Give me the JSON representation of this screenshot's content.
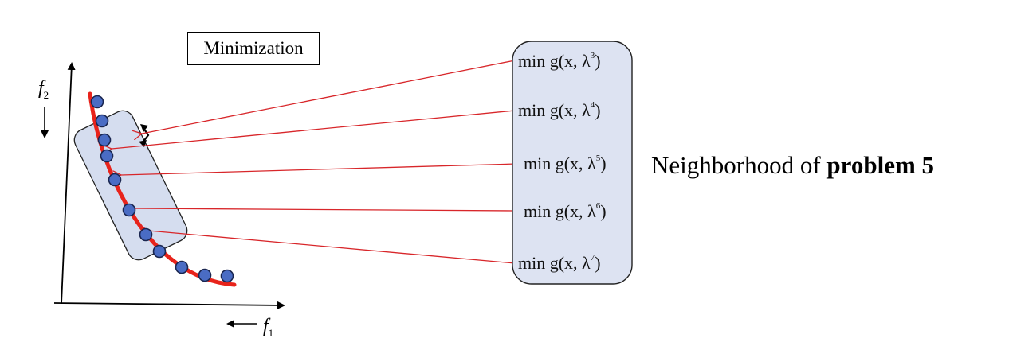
{
  "box_label": "Minimization",
  "neighborhood": {
    "prefix": "Neighborhood of ",
    "bold": "problem 5"
  },
  "axes": {
    "x": {
      "symbol": "f",
      "sub": "1"
    },
    "y": {
      "symbol": "f",
      "sub": "2"
    }
  },
  "subproblems": [
    {
      "text": "min g(x, λ",
      "exp": "3",
      "close": ")"
    },
    {
      "text": "min g(x, λ",
      "exp": "4",
      "close": ")"
    },
    {
      "text": "min g(x, λ",
      "exp": "5",
      "close": ")"
    },
    {
      "text": "min g(x, λ",
      "exp": "6",
      "close": ")"
    },
    {
      "text": "min g(x, λ",
      "exp": "7",
      "close": ")"
    }
  ],
  "colors": {
    "front_curve": "#e8231b",
    "points": "#4a6cc4",
    "points_stroke": "#1a2650",
    "neighborhood_fill": "#d5ddef",
    "panel_fill": "#dde3f2",
    "arrows": "#d8262a"
  }
}
